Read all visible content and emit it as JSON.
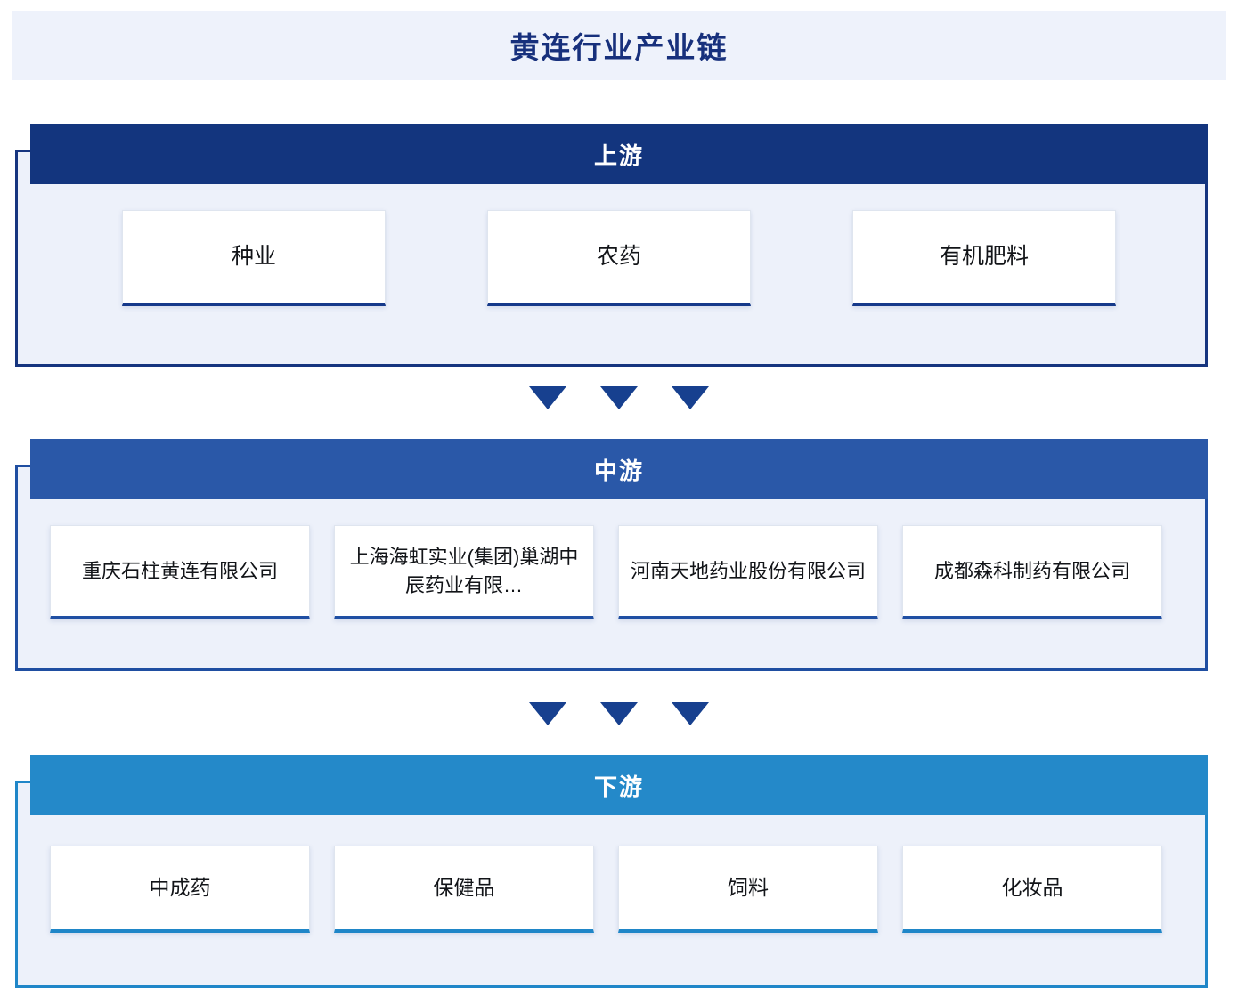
{
  "title": "黄连行业产业链",
  "colors": {
    "title_text": "#17307c",
    "title_band": "#eef2fb",
    "upstream": "#13357e",
    "midstream": "#2a58a8",
    "downstream": "#2489c9",
    "panel_bg": "#edf1fa",
    "card_bg": "#ffffff",
    "arrow": "#17408f"
  },
  "sections": [
    {
      "key": "upstream",
      "header": "上游",
      "items": [
        {
          "label": "种业"
        },
        {
          "label": "农药"
        },
        {
          "label": "有机肥料"
        }
      ]
    },
    {
      "key": "midstream",
      "header": "中游",
      "items": [
        {
          "label": "重庆石柱黄连有限公司"
        },
        {
          "label": "上海海虹实业(集团)巢湖中辰药业有限…"
        },
        {
          "label": "河南天地药业股份有限公司"
        },
        {
          "label": "成都森科制药有限公司"
        }
      ]
    },
    {
      "key": "downstream",
      "header": "下游",
      "items": [
        {
          "label": "中成药"
        },
        {
          "label": "保健品"
        },
        {
          "label": "饲料"
        },
        {
          "label": "化妆品"
        }
      ]
    }
  ],
  "connectors": [
    {
      "name": "upstream-to-midstream",
      "glyph_count": 3
    },
    {
      "name": "midstream-to-downstream",
      "glyph_count": 3
    }
  ]
}
